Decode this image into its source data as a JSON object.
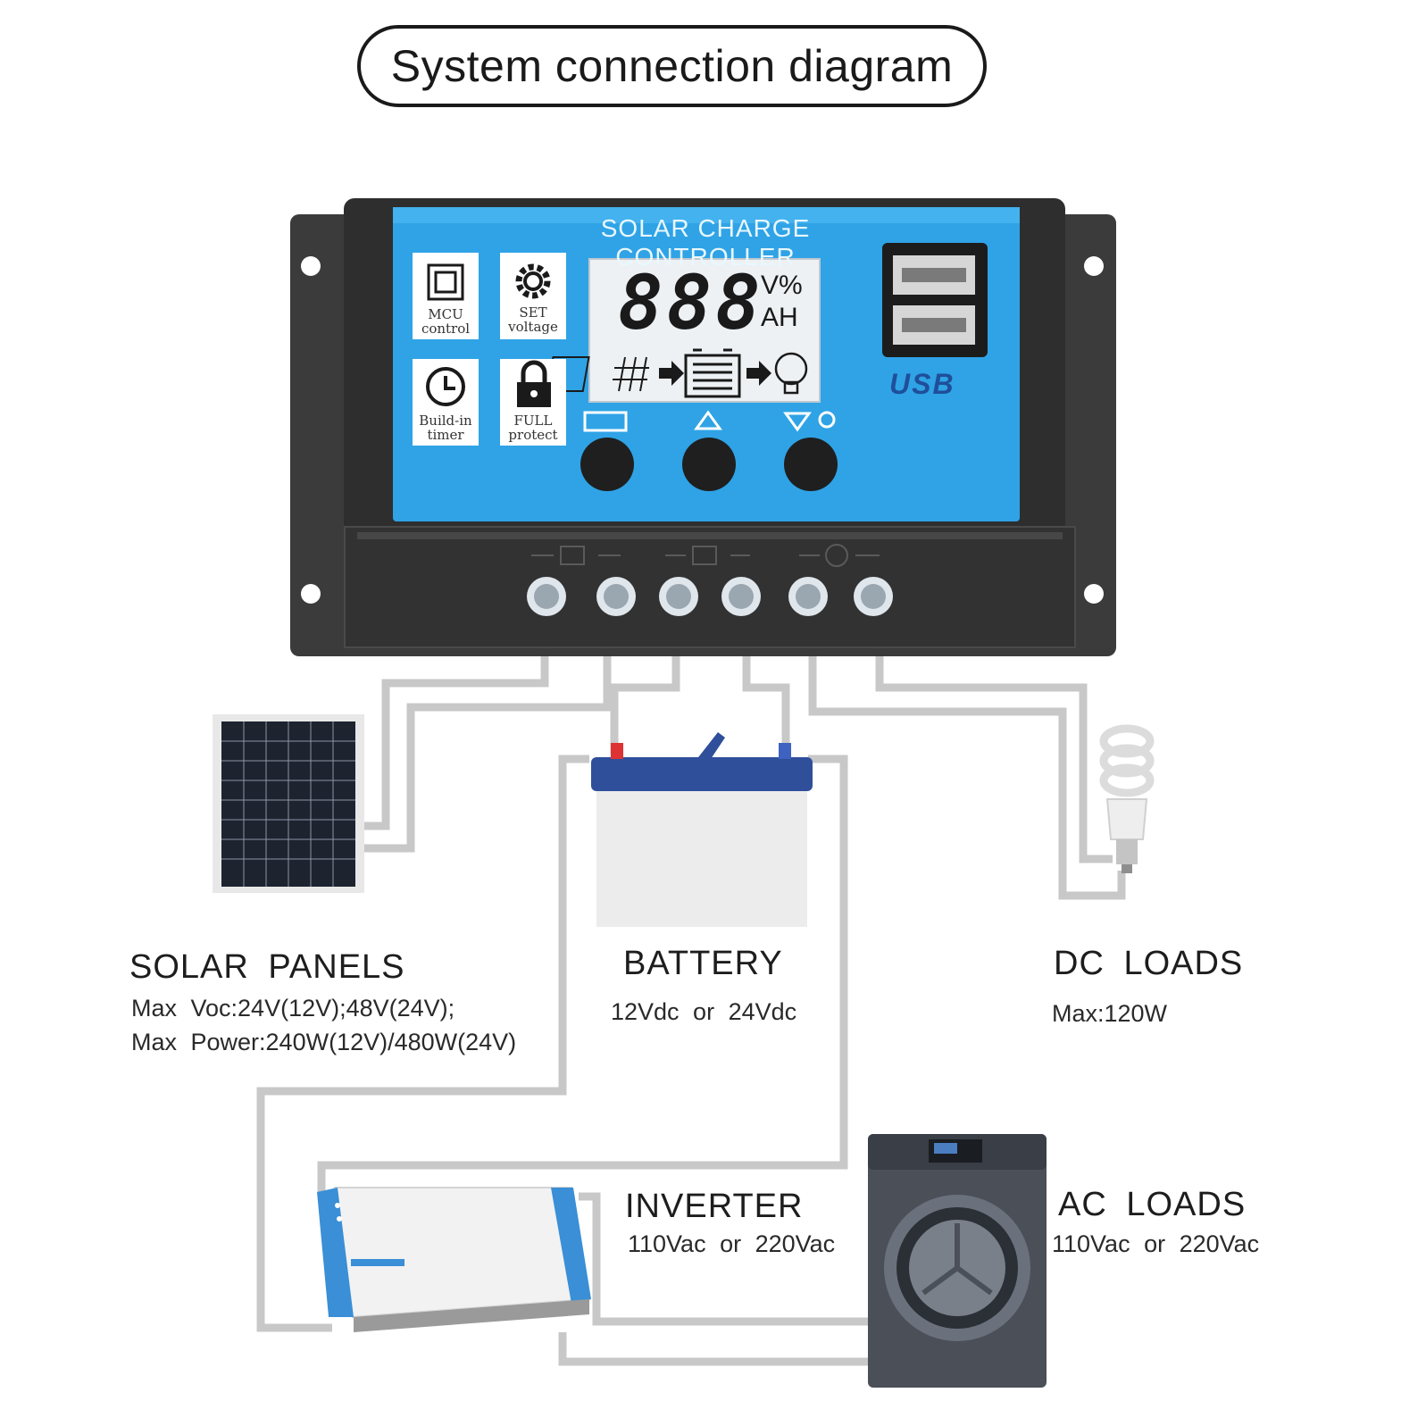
{
  "title": "System connection diagram",
  "controller": {
    "title": "SOLAR CHARGE CONTROLLER",
    "lcd_digits": "888",
    "lcd_unit_top": "V%",
    "lcd_unit_bottom": "AH",
    "usb_label": "USB",
    "tiles": [
      {
        "label_line1": "MCU",
        "label_line2": "control",
        "icon": "chip-icon"
      },
      {
        "label_line1": "SET",
        "label_line2": "voltage",
        "icon": "gear-icon"
      },
      {
        "label_line1": "Build-in",
        "label_line2": "timer",
        "icon": "clock-icon"
      },
      {
        "label_line1": "FULL",
        "label_line2": "protect",
        "icon": "lock-icon"
      }
    ],
    "accent_color": "#2fa3e6",
    "body_color": "#3a3a3a"
  },
  "components": {
    "solar_panels": {
      "name": "SOLAR  PANELS",
      "line1": "Max  Voc:24V(12V);48V(24V);",
      "line2": "Max  Power:240W(12V)/480W(24V)"
    },
    "battery": {
      "name": "BATTERY",
      "line1": "12Vdc  or  24Vdc"
    },
    "dc_loads": {
      "name": "DC  LOADS",
      "line1": "Max:120W"
    },
    "inverter": {
      "name": "INVERTER",
      "line1": "110Vac  or  220Vac"
    },
    "ac_loads": {
      "name": "AC  LOADS",
      "line1": "110Vac  or  220Vac"
    }
  },
  "wire_color": "#c8c8c8"
}
